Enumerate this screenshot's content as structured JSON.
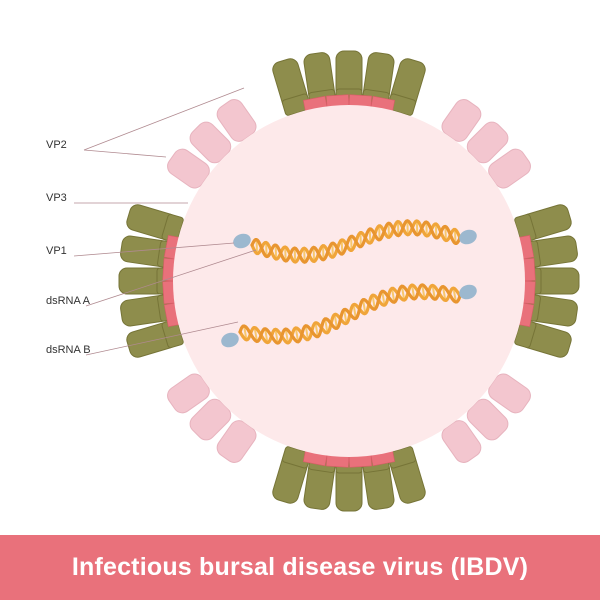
{
  "title": "Infectious bursal disease virus (IBDV)",
  "labels": {
    "vp2": "VP2",
    "vp3": "VP3",
    "vp1": "VP1",
    "dsrna_a": "dsRNA A",
    "dsrna_b": "dsRNA B"
  },
  "colors": {
    "vp2_olive": "#8e8d4c",
    "vp2_outline": "#767437",
    "vp3_red": "#e9717b",
    "pink_subunit": "#f3c6cf",
    "interior": "#fde9ea",
    "rna_orange": "#f0a53a",
    "rna_light": "#f8c76b",
    "vp1_blue": "#9cb8cf",
    "banner": "#e9717b",
    "leader_line": "#b08a90"
  }
}
